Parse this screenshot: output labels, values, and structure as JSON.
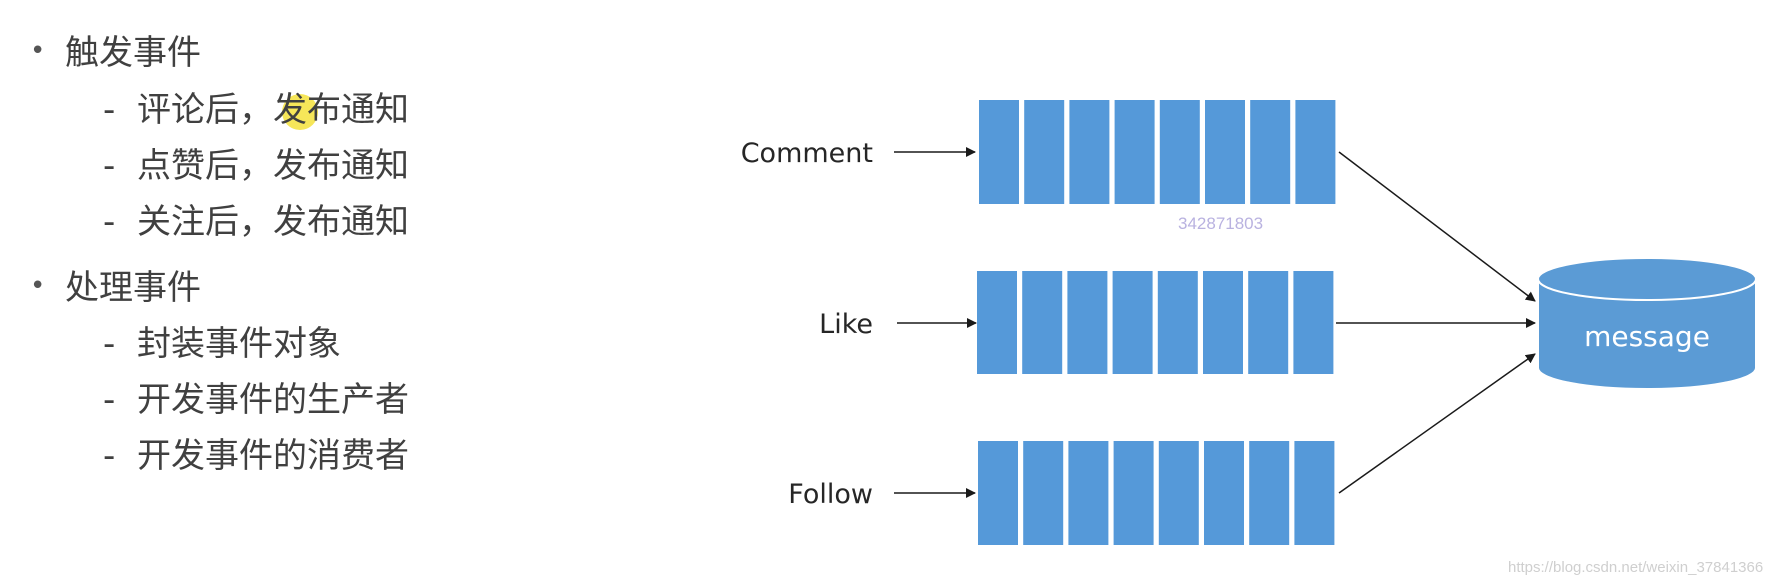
{
  "outline": [
    {
      "label": "触发事件",
      "items": [
        "评论后，发布通知",
        "点赞后，发布通知",
        "关注后，发布通知"
      ]
    },
    {
      "label": "处理事件",
      "items": [
        "封装事件对象",
        "开发事件的生产者",
        "开发事件的消费者"
      ]
    }
  ],
  "bullet_symbol": "•",
  "dash_symbol": "-",
  "diagram": {
    "queues": [
      {
        "label": "Comment",
        "cells": 8
      },
      {
        "label": "Like",
        "cells": 8
      },
      {
        "label": "Follow",
        "cells": 8
      }
    ],
    "store_label": "message",
    "colors": {
      "queue_cell": "#5599d9",
      "store_fill": "#5b9bd5",
      "arrow": "#1a1a1a"
    }
  },
  "watermarks": {
    "id": "342871803",
    "url": "https://blog.csdn.net/weixin_37841366"
  }
}
